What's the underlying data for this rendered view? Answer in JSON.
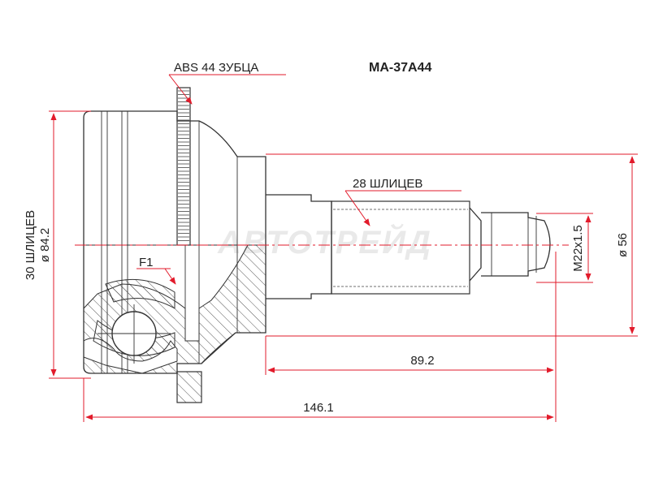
{
  "part_number": "MA-37A44",
  "labels": {
    "abs_teeth": "ABS 44 ЗУБЦА",
    "outer_splines": "28 ШЛИЦЕВ",
    "inner_splines": "30 ШЛИЦЕВ",
    "diameter_outer": "ø 84.2",
    "diameter_seal": "ø 56",
    "thread": "M22x1.5",
    "f1": "F1",
    "length_total": "146.1",
    "length_shaft": "89.2"
  },
  "watermark": "АВТОТРЕЙД",
  "colors": {
    "dimension": "#e21b2b",
    "outline": "#333333",
    "text": "#222222"
  }
}
